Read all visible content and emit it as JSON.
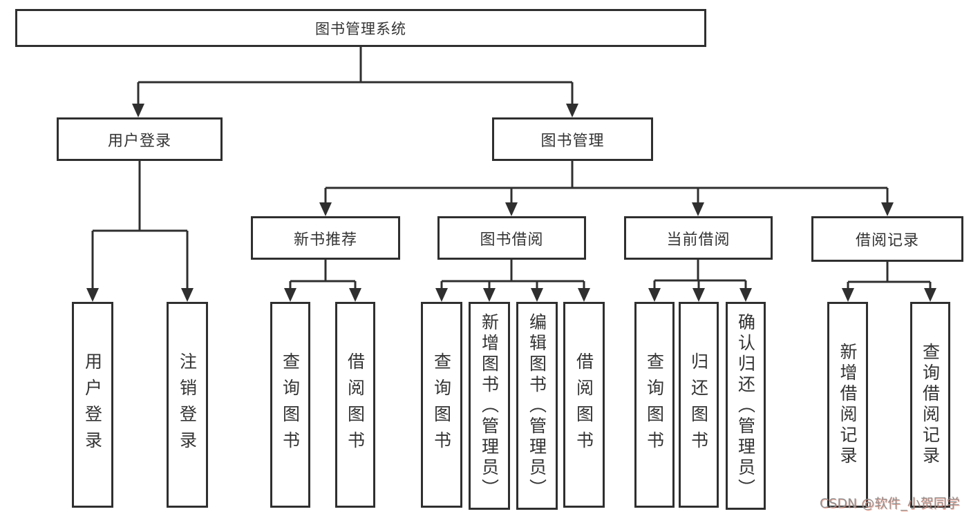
{
  "diagram": {
    "root": {
      "label": "图书管理系统"
    },
    "level2": [
      {
        "label": "用户登录"
      },
      {
        "label": "图书管理"
      }
    ],
    "level3": [
      {
        "label": "新书推荐"
      },
      {
        "label": "图书借阅"
      },
      {
        "label": "当前借阅"
      },
      {
        "label": "借阅记录"
      }
    ],
    "leaves": [
      {
        "label": "用户登录"
      },
      {
        "label": "注销登录"
      },
      {
        "label": "查询图书"
      },
      {
        "label": "借阅图书"
      },
      {
        "label": "查询图书"
      },
      {
        "label": "新增图书（管理员）"
      },
      {
        "label": "编辑图书（管理员）"
      },
      {
        "label": "借阅图书"
      },
      {
        "label": "查询图书"
      },
      {
        "label": "归还图书"
      },
      {
        "label": "确认归还（管理员）"
      },
      {
        "label": "新增借阅记录"
      },
      {
        "label": "查询借阅记录"
      }
    ]
  },
  "watermark": {
    "text": "CSDN @软件_小贺同学"
  },
  "colors": {
    "line": "#2f2f2f",
    "box_border": "#2f2f2f",
    "box_fill": "#ffffff",
    "text": "#333333",
    "watermark": "#909090",
    "watermark_shadow": "#fc5531"
  }
}
